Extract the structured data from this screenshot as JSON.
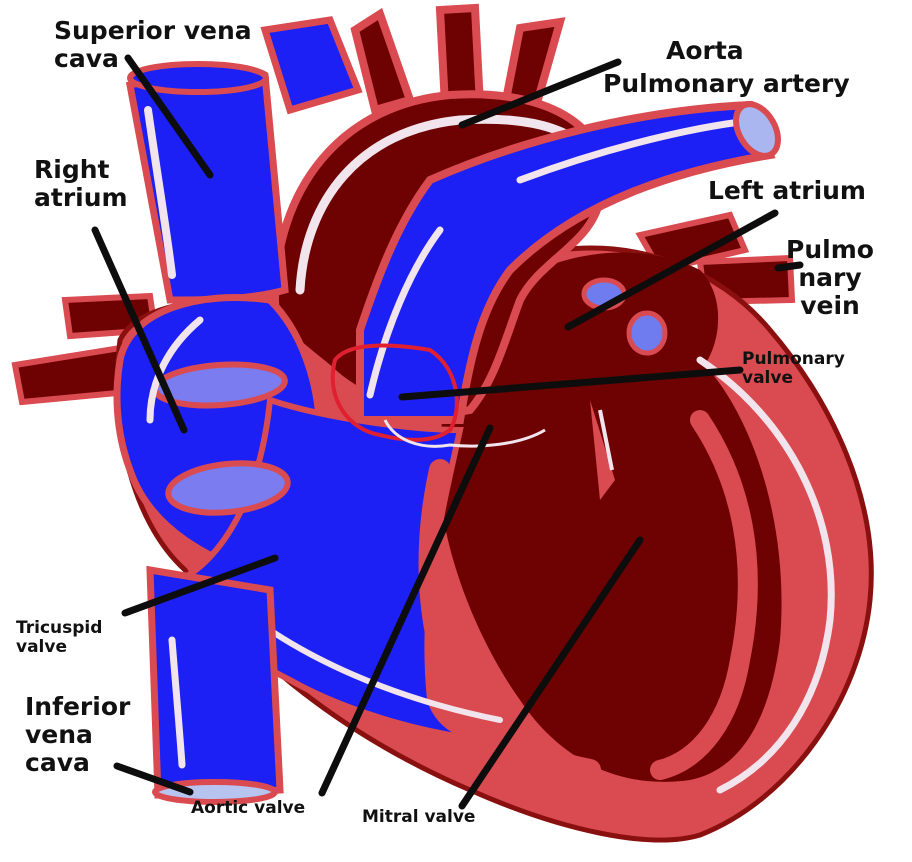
{
  "colors": {
    "blue": "#1c20f5",
    "dark_red": "#6e0202",
    "muscle": "#d94b50",
    "edge": "#8a1010",
    "highlight": "#f2e4ec",
    "valve": "#7a7cf0",
    "leader": "#0d0d0d",
    "outline": "#e02030"
  },
  "labels": {
    "superior_vena_cava": "Superior vena\ncava",
    "aorta": "Aorta",
    "pulmonary_artery": "Pulmonary artery",
    "right_atrium": "Right\natrium",
    "left_atrium": "Left atrium",
    "pulmonary_vein": "Pulmo\nnary\nvein",
    "pulmonary_valve": "Pulmonary\nvalve",
    "tricuspid_valve": "Tricuspid\nvalve",
    "inferior_vena_cava": "Inferior\nvena\ncava",
    "aortic_valve": "Aortic valve",
    "mitral_valve": "Mitral valve"
  }
}
